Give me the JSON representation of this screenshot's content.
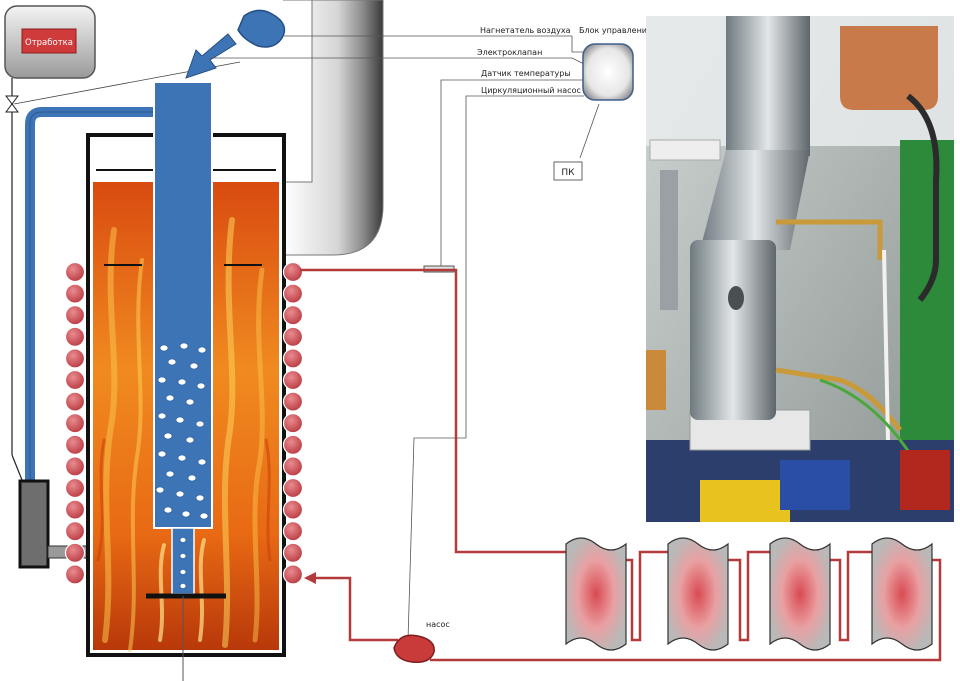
{
  "labels": {
    "waste_oil": "Отработка",
    "air_blower": "Нагнетатель воздуха",
    "control_unit": "Блок управления",
    "solenoid_valve": "Электроклапан",
    "temp_sensor": "Датчик температуры",
    "circ_pump": "Циркуляционный  насос",
    "pc": "ПК",
    "pump": "насос"
  },
  "icons": {
    "blower": "fan-blower-icon",
    "pump": "pump-icon",
    "valve": "valve-icon"
  },
  "colors": {
    "pipe_blue": "#3d74b5",
    "water_line": "#b23a3a",
    "coil": "#c9484f",
    "oil_box": "#cf3a3a",
    "fire_orange": "#e8761c"
  }
}
